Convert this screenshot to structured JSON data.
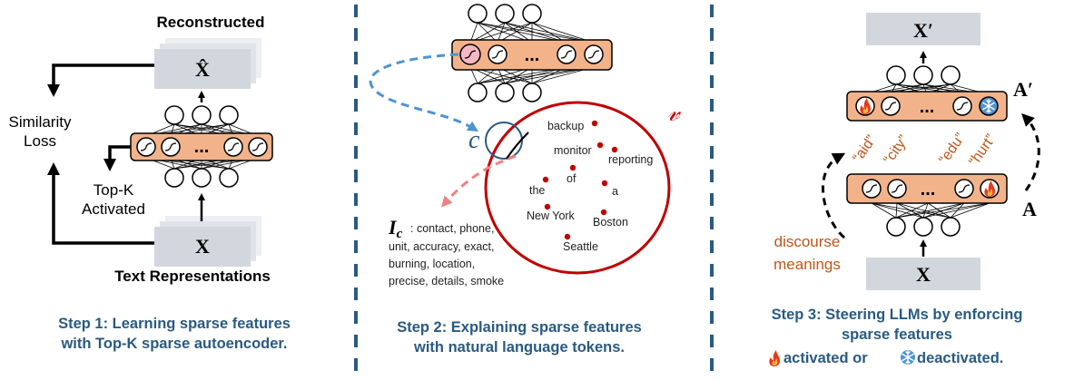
{
  "colors": {
    "blue_text": "#2a5a82",
    "orange_fill": "#f2b38b",
    "orange_text": "#c0561b",
    "red": "#c00000",
    "box_gray": "#d2d7dd",
    "dash_blue": "#4f93d1",
    "dash_red": "#f08080"
  },
  "panel1": {
    "reconstructed": "Reconstructed",
    "x_hat": "X̂",
    "similarity": "Similarity",
    "loss": "Loss",
    "topk_1": "Top-K",
    "topk_2": "Activated",
    "x": "X",
    "text_repr": "Text Representations",
    "dots": "...",
    "caption_1": "Step 1: Learning sparse features",
    "caption_2": "with Top-K sparse autoencoder."
  },
  "panel2": {
    "c_symbol": "c",
    "v_symbol": "𝓋",
    "dots": "...",
    "words": [
      "backup",
      "monitor",
      "reporting",
      "of",
      "the",
      "a",
      "New York",
      "Boston",
      "Seattle"
    ],
    "ic_symbol": "I",
    "ic_sub": "c",
    "ic_line1": ": contact, phone,",
    "ic_line2": "unit, accuracy, exact,",
    "ic_line3": "burning, location,",
    "ic_line4": "precise, details, smoke",
    "caption_1": "Step 2: Explaining sparse features",
    "caption_2": "with natural language tokens."
  },
  "panel3": {
    "x_prime": "X′",
    "a_prime": "A′",
    "a": "A",
    "x": "X",
    "dots": "...",
    "tokens": [
      "“aid”",
      "“city”",
      "“edu”",
      "“hurt”"
    ],
    "discourse_1": "discourse",
    "discourse_2": "meanings",
    "fire_icon": "fire-icon",
    "snowflake_icon": "snowflake-icon",
    "caption_1": "Step 3: Steering LLMs by enforcing",
    "caption_2": "sparse features",
    "caption_3a": "activated or",
    "caption_3b": "deactivated."
  }
}
